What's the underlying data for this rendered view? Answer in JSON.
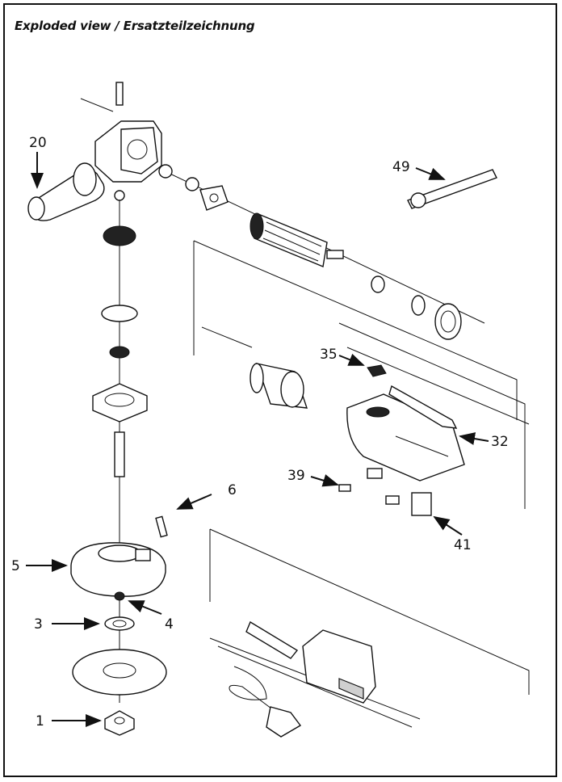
{
  "title": "Exploded view / Ersatzteilzeichnung",
  "callouts": [
    {
      "id": "c20",
      "label": "20"
    },
    {
      "id": "c49",
      "label": "49"
    },
    {
      "id": "c35",
      "label": "35"
    },
    {
      "id": "c32",
      "label": "32"
    },
    {
      "id": "c39",
      "label": "39"
    },
    {
      "id": "c41",
      "label": "41"
    },
    {
      "id": "c6",
      "label": "6"
    },
    {
      "id": "c5",
      "label": "5"
    },
    {
      "id": "c4",
      "label": "4"
    },
    {
      "id": "c3",
      "label": "3"
    },
    {
      "id": "c1",
      "label": "1"
    }
  ]
}
